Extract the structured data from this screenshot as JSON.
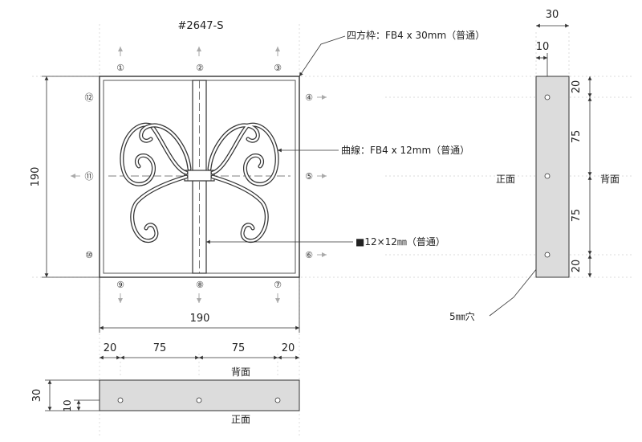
{
  "title": "#2647-S",
  "labels": {
    "frame": "四方枠：FB4 x 30mm（普通）",
    "scroll": "曲線：FB4 x 12mm（普通）",
    "bar": "■12×12㎜（普通）",
    "hole": "5㎜穴",
    "front": "正面",
    "back": "背面"
  },
  "front_view": {
    "height_dim": "190",
    "width_dim": "190",
    "markers": [
      "①",
      "②",
      "③",
      "④",
      "⑤",
      "⑥",
      "⑦",
      "⑧",
      "⑨",
      "⑩",
      "⑪",
      "⑫"
    ]
  },
  "side_view": {
    "width_total": "30",
    "hole_offset": "10",
    "segments": [
      "20",
      "75",
      "75",
      "20"
    ],
    "front_label": "正面",
    "back_label": "背面"
  },
  "bottom_view": {
    "segments": [
      "20",
      "75",
      "75",
      "20"
    ],
    "height_total": "30",
    "hole_offset": "10",
    "back_label": "背面",
    "front_label": "正面"
  },
  "colors": {
    "stroke": "#333333",
    "bar_fill": "#dcdcdc",
    "guide": "#bbbbbb"
  }
}
